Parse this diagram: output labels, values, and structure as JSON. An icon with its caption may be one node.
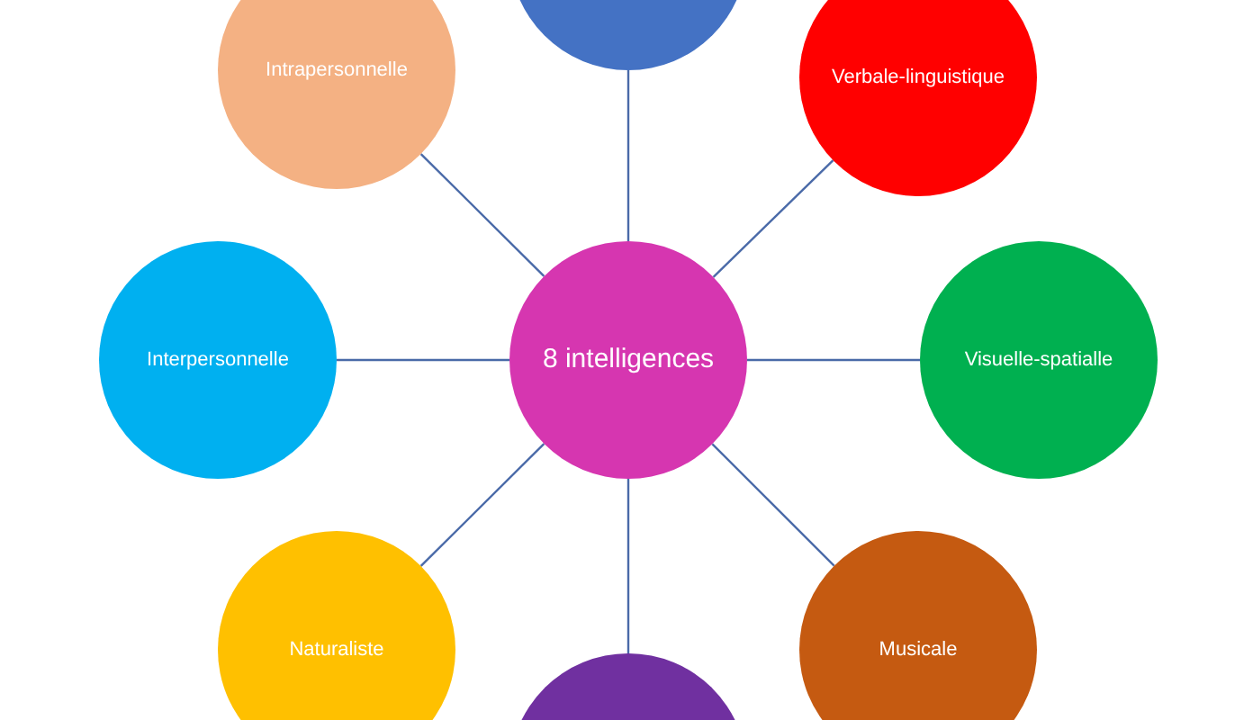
{
  "diagram": {
    "nodes": [
      {
        "text": [],
        "shape": "circle"
      },
      {
        "text": [
          "Intrapersonnelle"
        ]
      },
      {
        "text": [
          "Verbale-linguistique"
        ]
      },
      {
        "text": [
          "Interpersonnelle"
        ]
      },
      {
        "text": [
          "8 intelligences"
        ]
      },
      {
        "text": [
          "Visuelle-spatialle"
        ]
      },
      {
        "text": [
          "Naturaliste"
        ]
      },
      {
        "text": [
          "Musicale"
        ]
      },
      {
        "text": [],
        "shape": "circle"
      }
    ],
    "edges": [
      {
        "from": 4,
        "to": 0,
        "arrow": "none"
      },
      {
        "from": 4,
        "to": 1,
        "arrow": "none"
      },
      {
        "from": 4,
        "to": 2,
        "arrow": "none"
      },
      {
        "from": 4,
        "to": 3,
        "arrow": "none"
      },
      {
        "from": 4,
        "to": 5,
        "arrow": "none"
      },
      {
        "from": 4,
        "to": 6,
        "arrow": "none"
      },
      {
        "from": 4,
        "to": 7,
        "arrow": "none"
      },
      {
        "from": 4,
        "to": 8,
        "arrow": "none"
      }
    ]
  }
}
